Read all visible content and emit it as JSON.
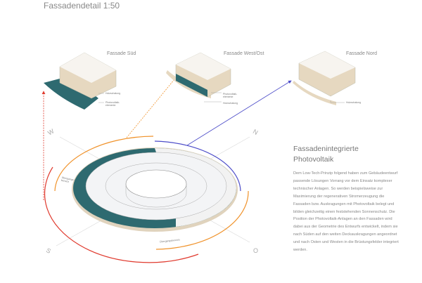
{
  "title": "Fassadendetail 1:50",
  "facades": [
    {
      "label": "Fassade Süd",
      "annotations": [
        "Holzschalung",
        "Photovoltaik-elemente"
      ]
    },
    {
      "label": "Fassade West/Ost",
      "annotations": [
        "Photovoltaik-elemente",
        "Holzschalung"
      ]
    },
    {
      "label": "Fassade Nord",
      "annotations": [
        "Holzschalung"
      ]
    }
  ],
  "plan": {
    "compass": {
      "west": "W",
      "north": "N",
      "south": "S",
      "east": "O"
    },
    "labels": [
      "Übergangs-bereich",
      "Übergangsbereich"
    ]
  },
  "colors": {
    "south": "#e03a2e",
    "west_east": "#f0922a",
    "north": "#4b4bc8",
    "pv": "#2e6a70",
    "wood": "#e6d8c0"
  },
  "sidebar": {
    "heading_line1": "Fassadenintegrierte",
    "heading_line2": "Photovoltaik",
    "body": "Dem Low-Tech-Prinzip folgend haben zum Gebäudeentwurf passende Lösungen Vorrang vor dem Einsatz komplexer technischer Anlagen. So werden beispielsweise zur Maximierung der regenerativen Stromerzeugung die Fassaden bzw. Auskragungen mit Photovoltaik belegt und bilden gleichzeitig einen feststehenden Sonnenschutz. Die Position der Photovoltaik-Anlagen an den Fassaden wird dabei aus der Geometrie des Entwurfs entwickelt, indem sie nach Süden auf den weiten Deckauskragungen angeordnet und nach Osten und Westen in die Brüstungsfelder integriert werden."
  }
}
